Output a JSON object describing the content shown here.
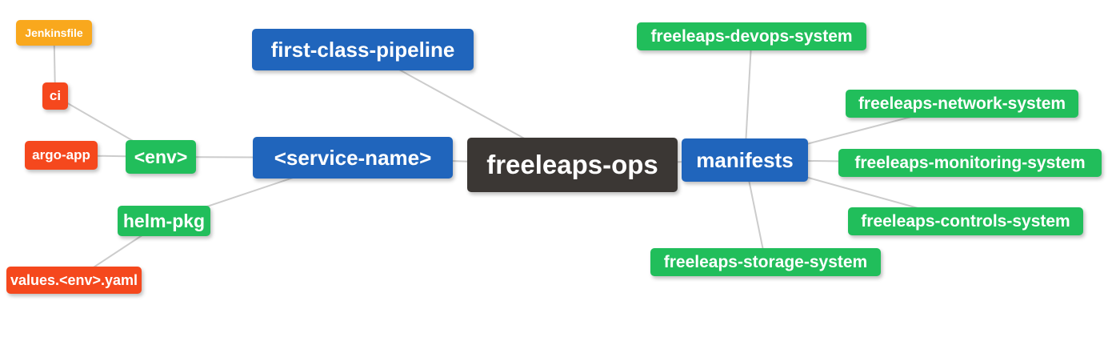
{
  "diagram": {
    "type": "mindmap",
    "root_label": "freeleaps-ops",
    "palette": {
      "blue": "#2065BC",
      "green": "#21BE5B",
      "red": "#F5481D",
      "orange": "#F9A81D",
      "dark": "#3B3734",
      "edge": "#CCCCCC",
      "text": "#FFFFFF",
      "background": "#FFFFFF"
    },
    "nodes": [
      {
        "id": "jenkinsfile",
        "label": "Jenkinsfile",
        "role": "orange"
      },
      {
        "id": "ci",
        "label": "ci",
        "role": "red"
      },
      {
        "id": "argo-app",
        "label": "argo-app",
        "role": "red"
      },
      {
        "id": "env",
        "label": "<env>",
        "role": "green"
      },
      {
        "id": "helm-pkg",
        "label": "helm-pkg",
        "role": "green"
      },
      {
        "id": "values-env-yaml",
        "label": "values.<env>.yaml",
        "role": "red"
      },
      {
        "id": "first-class-pipeline",
        "label": "first-class-pipeline",
        "role": "blue"
      },
      {
        "id": "service-name",
        "label": "<service-name>",
        "role": "blue"
      },
      {
        "id": "freeleaps-ops",
        "label": "freeleaps-ops",
        "role": "dark"
      },
      {
        "id": "manifests",
        "label": "manifests",
        "role": "blue"
      },
      {
        "id": "freeleaps-devops-system",
        "label": "freeleaps-devops-system",
        "role": "green"
      },
      {
        "id": "freeleaps-network-system",
        "label": "freeleaps-network-system",
        "role": "green"
      },
      {
        "id": "freeleaps-monitoring-system",
        "label": "freeleaps-monitoring-system",
        "role": "green"
      },
      {
        "id": "freeleaps-controls-system",
        "label": "freeleaps-controls-system",
        "role": "green"
      },
      {
        "id": "freeleaps-storage-system",
        "label": "freeleaps-storage-system",
        "role": "green"
      }
    ],
    "edges": [
      {
        "from": "jenkinsfile",
        "to": "ci"
      },
      {
        "from": "ci",
        "to": "env"
      },
      {
        "from": "argo-app",
        "to": "env"
      },
      {
        "from": "env",
        "to": "service-name"
      },
      {
        "from": "values-env-yaml",
        "to": "helm-pkg"
      },
      {
        "from": "helm-pkg",
        "to": "service-name"
      },
      {
        "from": "first-class-pipeline",
        "to": "freeleaps-ops"
      },
      {
        "from": "service-name",
        "to": "freeleaps-ops"
      },
      {
        "from": "freeleaps-ops",
        "to": "manifests"
      },
      {
        "from": "manifests",
        "to": "freeleaps-devops-system"
      },
      {
        "from": "manifests",
        "to": "freeleaps-network-system"
      },
      {
        "from": "manifests",
        "to": "freeleaps-monitoring-system"
      },
      {
        "from": "manifests",
        "to": "freeleaps-controls-system"
      },
      {
        "from": "manifests",
        "to": "freeleaps-storage-system"
      }
    ]
  }
}
